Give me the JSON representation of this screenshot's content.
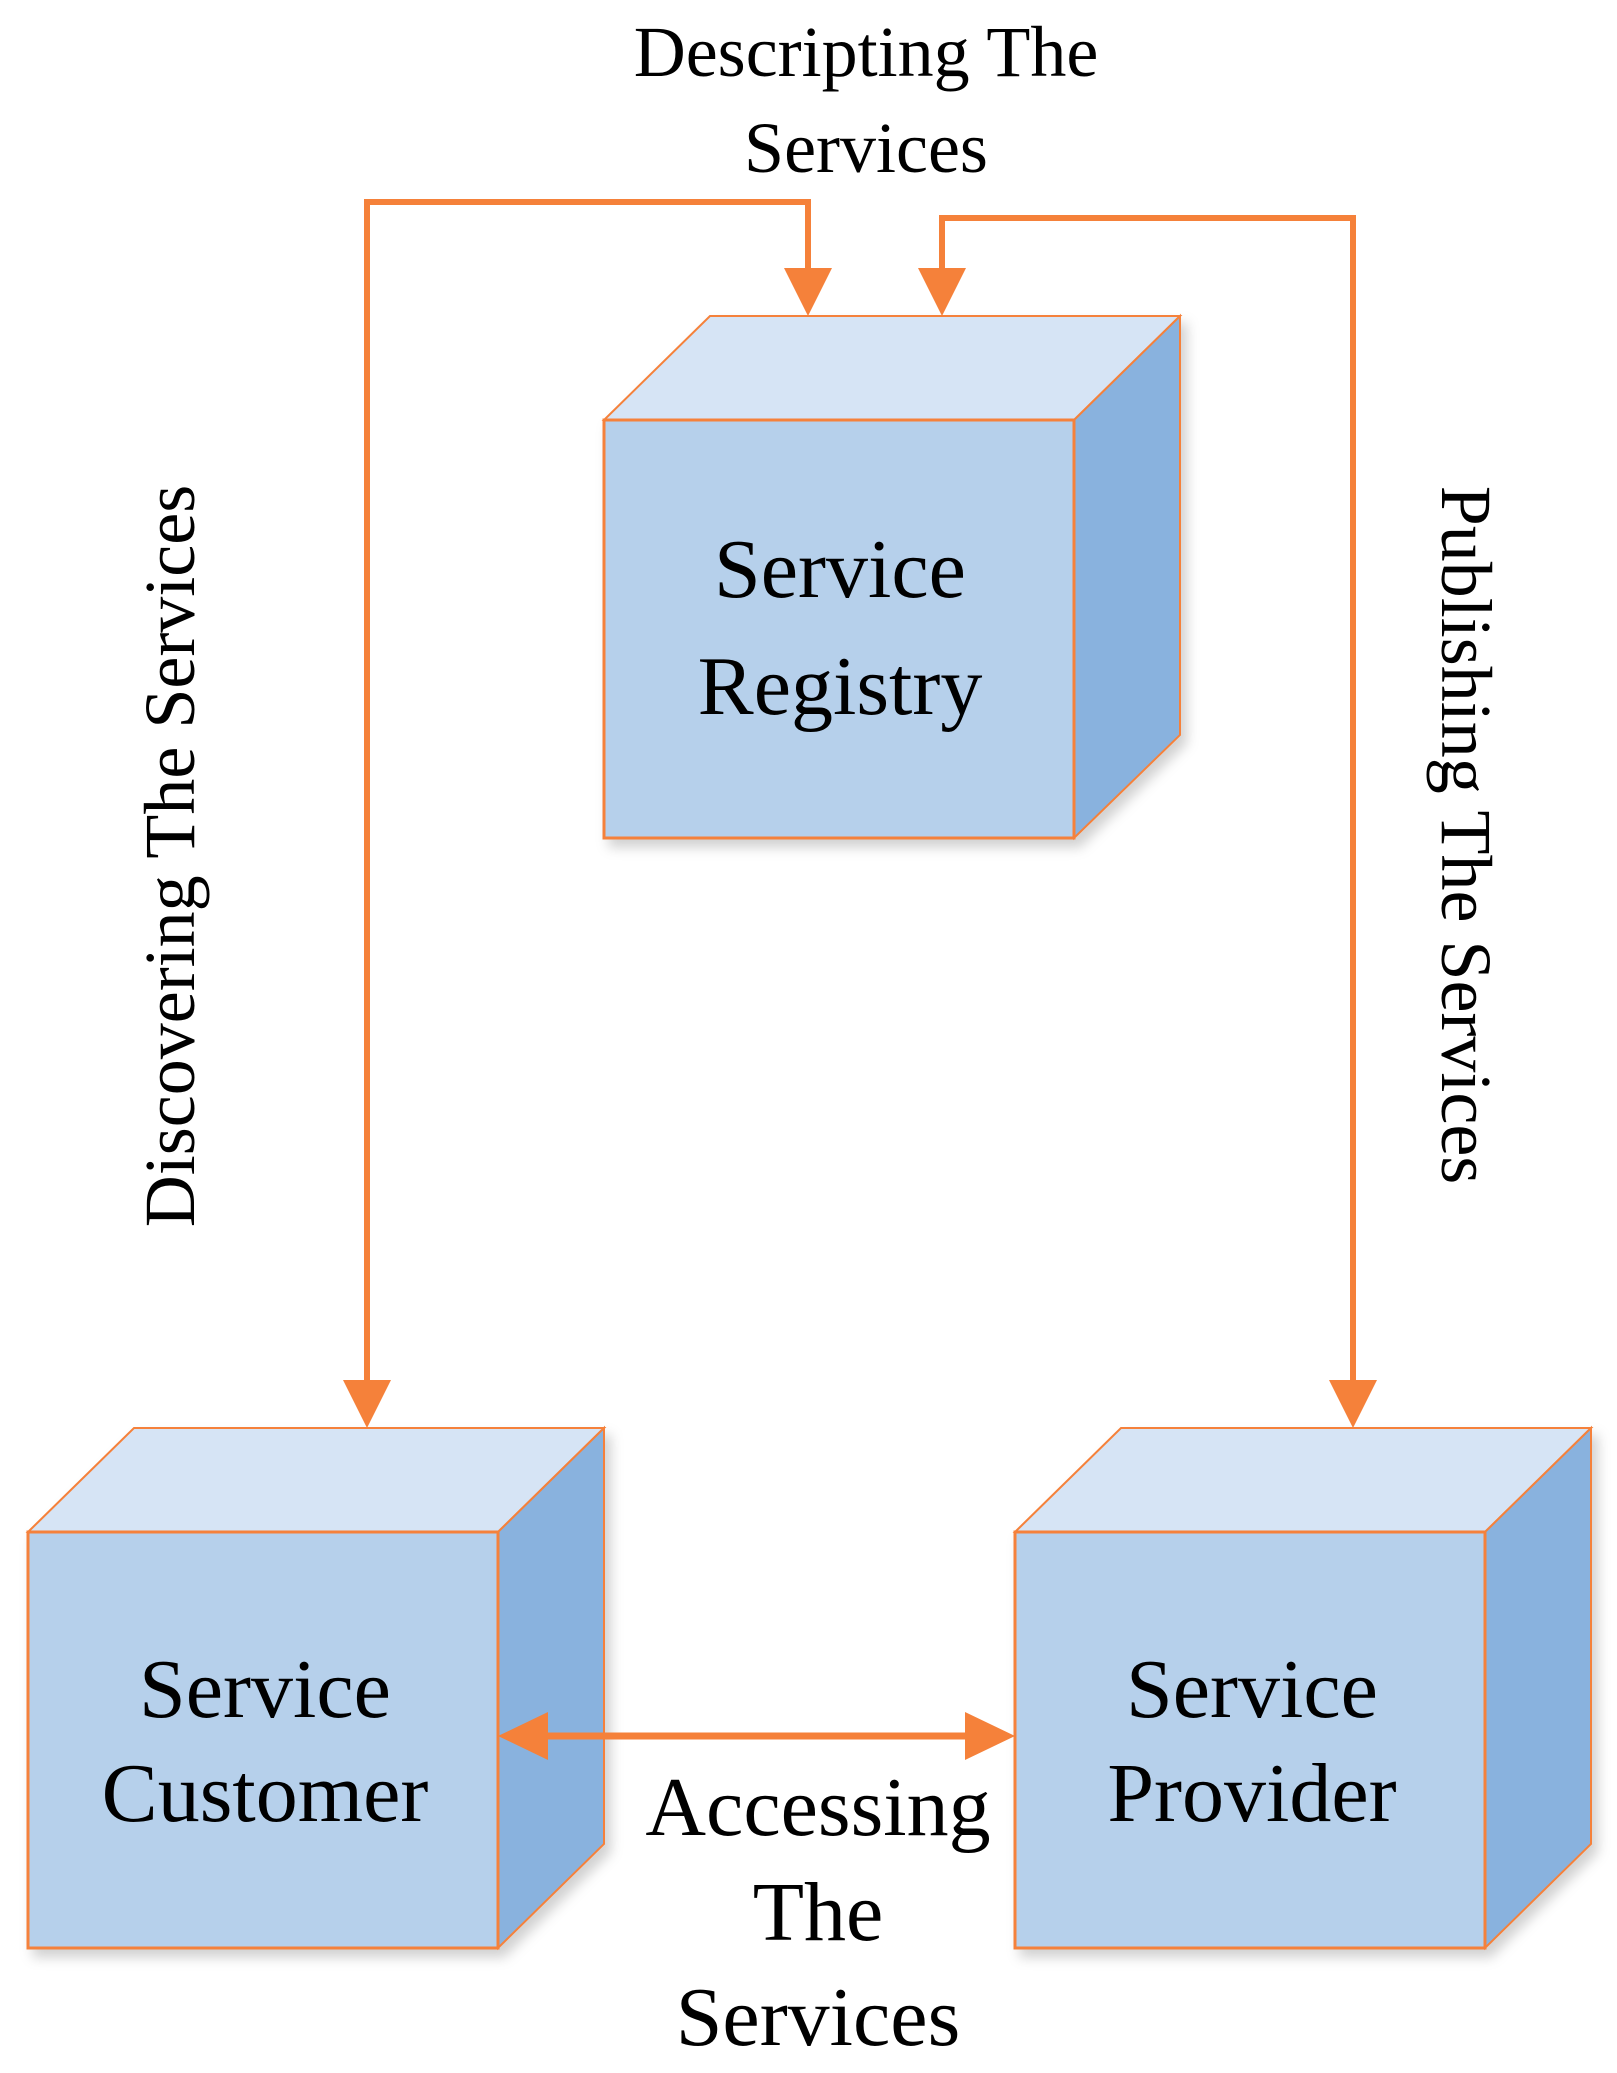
{
  "diagram": {
    "colors": {
      "arrow": "#F5813A",
      "cube_front": "#B6D0EB",
      "cube_top": "#D6E4F5",
      "cube_side": "#89B2DE",
      "cube_border": "#F5813A"
    },
    "nodes": {
      "registry": {
        "line1": "Service",
        "line2": "Registry"
      },
      "customer": {
        "line1": "Service",
        "line2": "Customer"
      },
      "provider": {
        "line1": "Service",
        "line2": "Provider"
      }
    },
    "edges": {
      "describing": {
        "line1": "Descripting The",
        "line2": "Services"
      },
      "discovering": {
        "text": "Discovering The Services"
      },
      "publishing": {
        "text": "Publishing The Services"
      },
      "accessing": {
        "line1": "Accessing",
        "line2": "The",
        "line3": "Services"
      }
    }
  }
}
